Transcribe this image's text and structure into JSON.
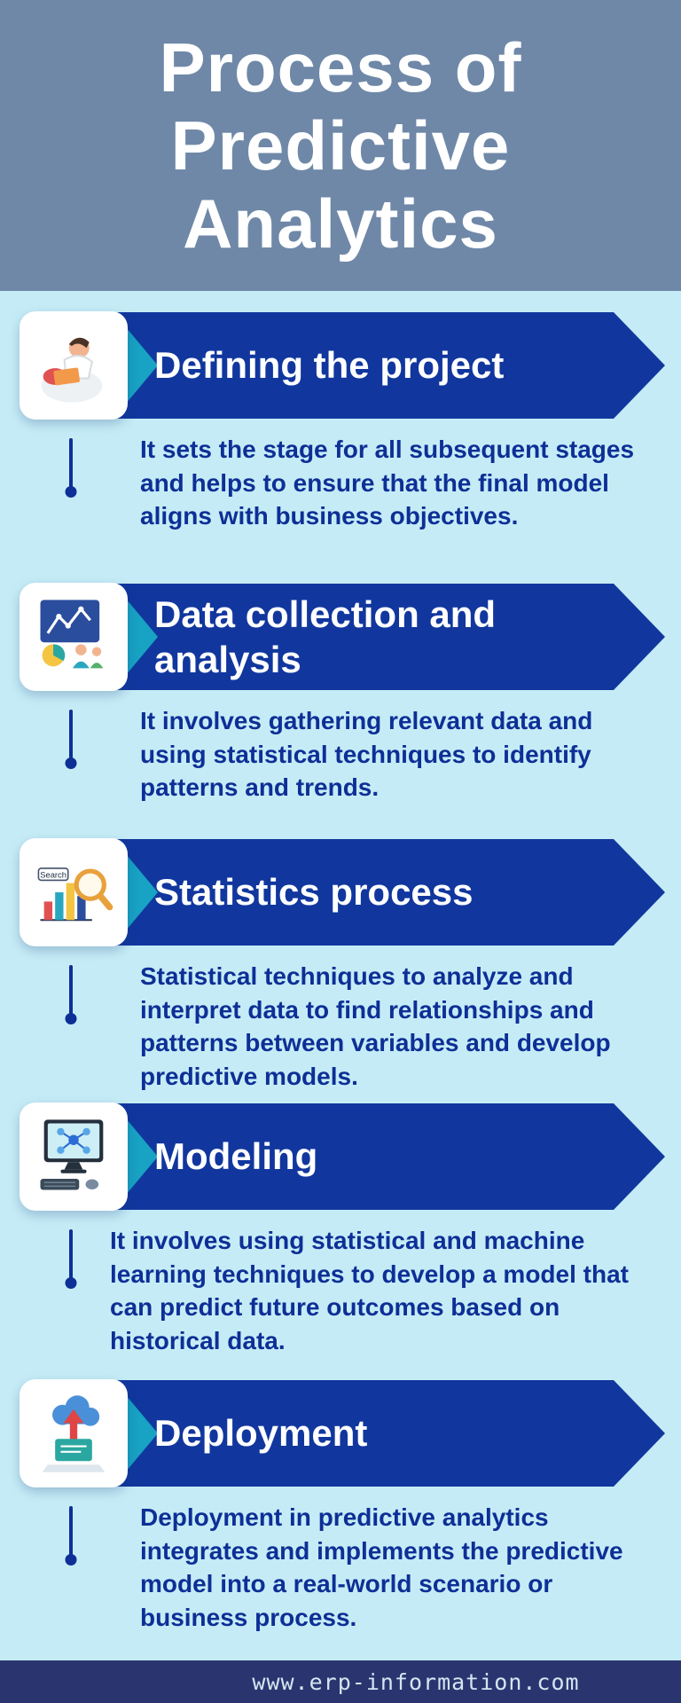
{
  "header": {
    "title": "Process of Predictive Analytics"
  },
  "steps": [
    {
      "title": "Defining the project",
      "description": "It sets the stage for all subsequent stages and helps to ensure that the final model aligns with business objectives.",
      "icon": "person-laptop-icon"
    },
    {
      "title": "Data collection and analysis",
      "description": "It involves gathering relevant data and using statistical techniques to identify patterns and trends.",
      "icon": "people-chart-icon"
    },
    {
      "title": "Statistics process",
      "description": "Statistical techniques to analyze and interpret data to find relationships and patterns between variables and develop predictive models.",
      "icon": "magnifier-chart-icon",
      "icon_label": "Search"
    },
    {
      "title": "Modeling",
      "description": "It involves using statistical and machine learning techniques to develop a model that can predict future outcomes based on historical data.",
      "icon": "monitor-network-icon"
    },
    {
      "title": "Deployment",
      "description": "Deployment in predictive analytics integrates and implements the predictive model into a real-world scenario or business process.",
      "icon": "laptop-cloud-upload-icon"
    }
  ],
  "footer": {
    "website": "www.erp-information.com"
  },
  "colors": {
    "header_bg": "#6f88a8",
    "body_bg": "#c5ecf6",
    "banner_blue": "#11379e",
    "accent_teal": "#18a2c3",
    "text_dark_blue": "#0e2f96",
    "footer_bg": "#2a3570"
  }
}
